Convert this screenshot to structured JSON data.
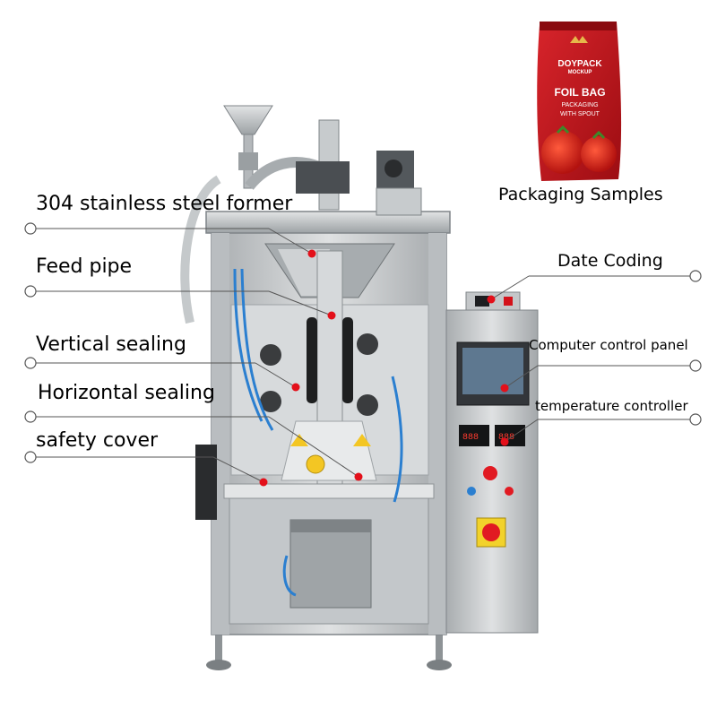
{
  "labels": {
    "former": "304 stainless steel former",
    "feed_pipe": "Feed pipe",
    "vertical_sealing": "Vertical sealing",
    "horizontal_sealing": "Horizontal sealing",
    "safety_cover": "safety cover",
    "packaging_samples": "Packaging Samples",
    "date_coding": "Date Coding",
    "control_panel": "Computer control panel",
    "temperature_controller": "temperature controller"
  },
  "pouch": {
    "brand": "DOYPACK",
    "brand_sub": "MOCKUP",
    "product": "FOIL BAG",
    "line1": "PACKAGING",
    "line2": "WITH SPOUT"
  },
  "colors": {
    "steel": "#c9ccce",
    "steel_dark": "#8e9396",
    "pointer_dot": "#e3101a",
    "pouch_red": "#c5141b",
    "hose_blue": "#2b7fd0"
  }
}
